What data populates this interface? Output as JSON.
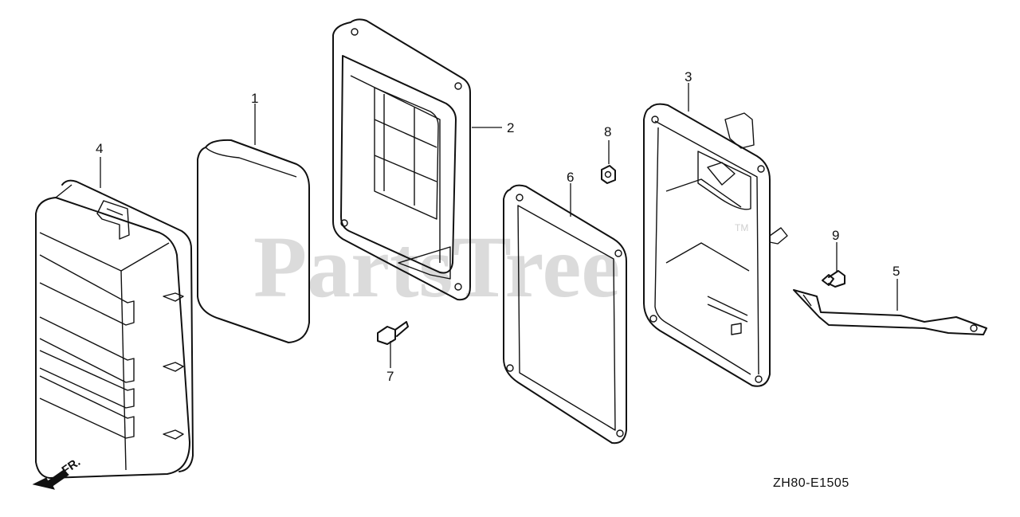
{
  "watermark": {
    "text": "PartsTree",
    "trademark": "TM"
  },
  "diagram_code": "ZH80-E1505",
  "front_indicator": "FR.",
  "callouts": [
    {
      "id": "callout-1",
      "label": "1"
    },
    {
      "id": "callout-2",
      "label": "2"
    },
    {
      "id": "callout-3",
      "label": "3"
    },
    {
      "id": "callout-4",
      "label": "4"
    },
    {
      "id": "callout-5",
      "label": "5"
    },
    {
      "id": "callout-6",
      "label": "6"
    },
    {
      "id": "callout-7",
      "label": "7"
    },
    {
      "id": "callout-8",
      "label": "8"
    },
    {
      "id": "callout-9",
      "label": "9"
    }
  ]
}
